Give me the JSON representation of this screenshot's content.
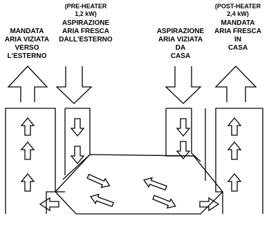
{
  "labels": {
    "exhaust_outside": {
      "lines": [
        "MANDATA",
        "ARIA VIZIATA",
        "VERSO",
        "L'ESTERNO"
      ]
    },
    "intake_outside": {
      "note": [
        "(PRE-HEATER",
        "1,2 kW)"
      ],
      "lines": [
        "ASPIRAZIONE",
        "ARIA FRESCA",
        "DALL'ESTERNO"
      ]
    },
    "intake_home": {
      "lines": [
        "ASPIRAZIONE",
        "ARIA VIZIATA",
        "DA",
        "CASA"
      ]
    },
    "supply_home": {
      "note": [
        "(POST-HEATER",
        "2,4 kW)"
      ],
      "lines": [
        "MANDATA",
        "ARIA FRESCA",
        "IN",
        "CASA"
      ]
    }
  },
  "colors": {
    "line": "#000000",
    "background": "#ffffff"
  }
}
